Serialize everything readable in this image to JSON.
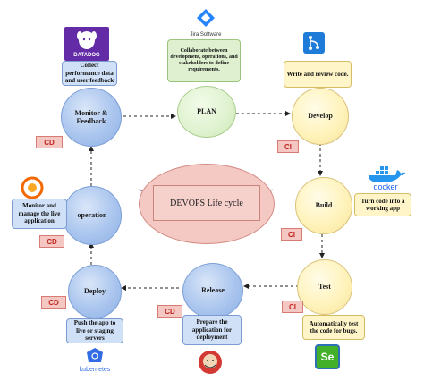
{
  "center": {
    "label": "DEVOPS Life cycle"
  },
  "stages": {
    "plan": "PLAN",
    "develop": "Develop",
    "build": "Build",
    "test": "Test",
    "release": "Release",
    "deploy": "Deploy",
    "operation": "operation",
    "monitor": "Monitor &\nFeedback"
  },
  "notes": {
    "plan": "Collaborate between development, operations, and stakeholders to define requirements.",
    "develop": "Write and review code.",
    "build": "Turn code into a working app",
    "test": "Automatically test the code for bugs.",
    "release": "Prepare the application for deployment",
    "deploy": "Push the app to live or staging servers",
    "operation": "Monitor and manage the live application",
    "monitor": "Collect performance data and user feedback"
  },
  "tags": {
    "ci": "CI",
    "cd": "CD"
  },
  "logos": {
    "jira": "Jira Software",
    "datadog": "DATADOG",
    "docker": "docker",
    "kubernetes": "kubernetes",
    "selenium": "Se"
  },
  "colors": {
    "blue_stage": "#aac5ee",
    "yellow_stage": "#fff2b8",
    "green_stage": "#dff2cf",
    "center_fill": "#f4c9c4",
    "tag_fill": "#f4c7c3",
    "tag_text": "#c0231c"
  }
}
